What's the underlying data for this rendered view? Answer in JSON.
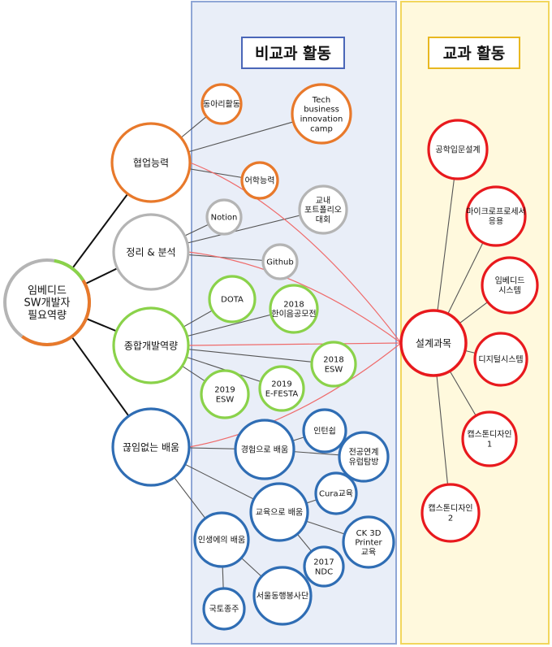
{
  "sections": {
    "extracurricular": "비교과 활동",
    "curricular": "교과 활동"
  },
  "colors": {
    "orange": "#e8792b",
    "gray": "#b4b4b4",
    "green": "#8ad24a",
    "blue": "#2f6db4",
    "red": "#e8191d",
    "panel_blue_fill": "#e9eef8",
    "panel_blue_border": "#8fa6d6",
    "panel_yellow_fill": "#fff9dd",
    "panel_yellow_border": "#f2d65c",
    "red_link": "#ef6b6b"
  },
  "nodes": {
    "root": [
      "임베디드",
      "SW개발자",
      "필요역량"
    ],
    "collab": [
      "협업능력"
    ],
    "organize": [
      "정리 & 분석"
    ],
    "dev": [
      "종합개발역량"
    ],
    "learn": [
      "끊임없는 배움"
    ],
    "club": [
      "동아리활동"
    ],
    "tech": [
      "Tech",
      "business",
      "innovation",
      "camp"
    ],
    "lang": [
      "어학능력"
    ],
    "notion": [
      "Notion"
    ],
    "portfolio": [
      "교내",
      "포트폴리오",
      "대회"
    ],
    "github": [
      "Github"
    ],
    "dota": [
      "DOTA"
    ],
    "contest2018": [
      "2018",
      "한이음공모전"
    ],
    "esw2018": [
      "2018",
      "ESW"
    ],
    "efesta2019": [
      "2019",
      "E-FESTA"
    ],
    "esw2019": [
      "2019",
      "ESW"
    ],
    "intern": [
      "인턴쉽"
    ],
    "expl": [
      "경험으로 배움"
    ],
    "major": [
      "전공연계",
      "유럽탐방"
    ],
    "cura": [
      "Cura교육"
    ],
    "edul": [
      "교육으로 배움"
    ],
    "ck3d": [
      "CK 3D",
      "Printer",
      "교육"
    ],
    "ndc2017": [
      "2017",
      "NDC"
    ],
    "life": [
      "인생에의 배움"
    ],
    "country": [
      "국토종주"
    ],
    "volunteer": [
      "서울동행봉사단"
    ],
    "design": [
      "설계과목"
    ],
    "intro": [
      "공학입문설계"
    ],
    "micro": [
      "마이크로프로세서",
      "응용"
    ],
    "embsys": [
      "임베디드",
      "시스템"
    ],
    "digital": [
      "디지털시스템"
    ],
    "cap1": [
      "캡스톤디자인",
      "1"
    ],
    "cap2": [
      "캡스톤디자인",
      "2"
    ]
  }
}
